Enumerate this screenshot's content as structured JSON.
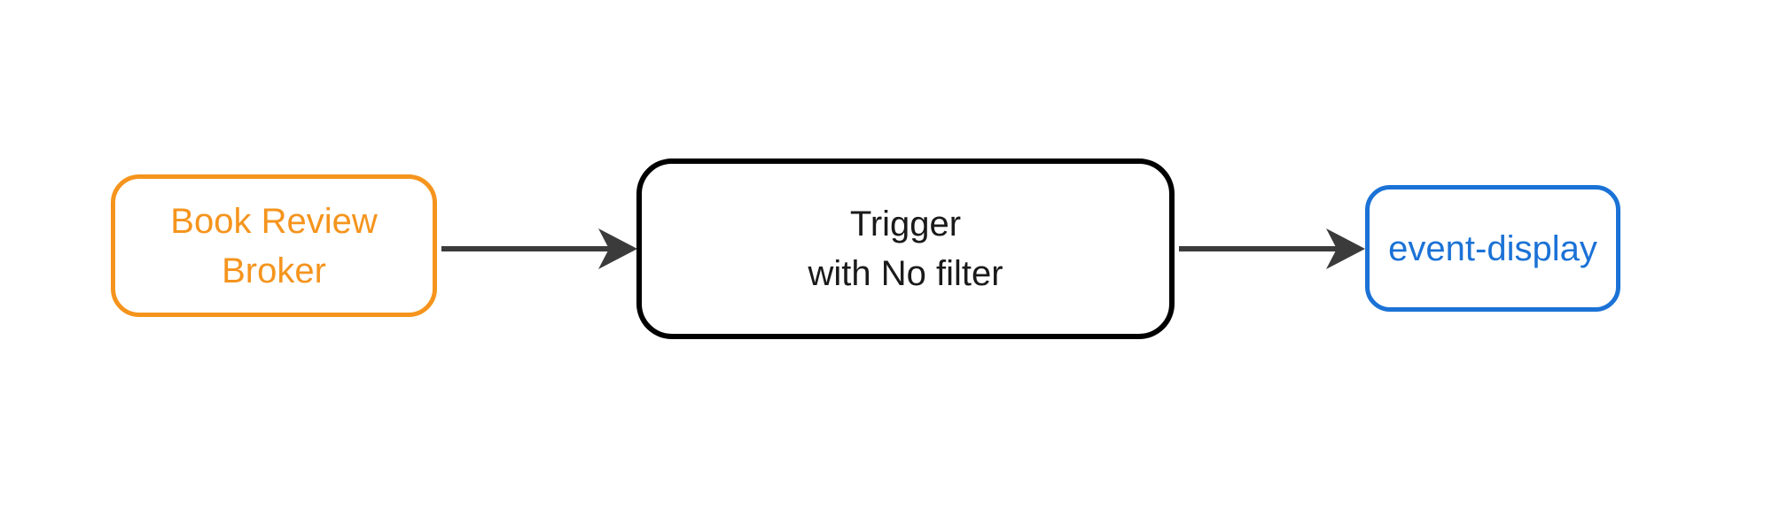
{
  "diagram": {
    "background_color": "#ffffff",
    "arrow_color": "#3B3B3B",
    "nodes": [
      {
        "id": "book-review-broker",
        "lines": [
          "Book Review",
          "Broker"
        ],
        "text_color": "#F5941D",
        "border_color": "#F5941D"
      },
      {
        "id": "trigger-with-no-filter",
        "lines": [
          "Trigger",
          "with No filter"
        ],
        "text_color": "#1A1A1A",
        "border_color": "#000000"
      },
      {
        "id": "event-display",
        "lines": [
          "event-display"
        ],
        "text_color": "#1B72D6",
        "border_color": "#1B72D6"
      }
    ],
    "edges": [
      {
        "from": "book-review-broker",
        "to": "trigger-with-no-filter"
      },
      {
        "from": "trigger-with-no-filter",
        "to": "event-display"
      }
    ]
  }
}
